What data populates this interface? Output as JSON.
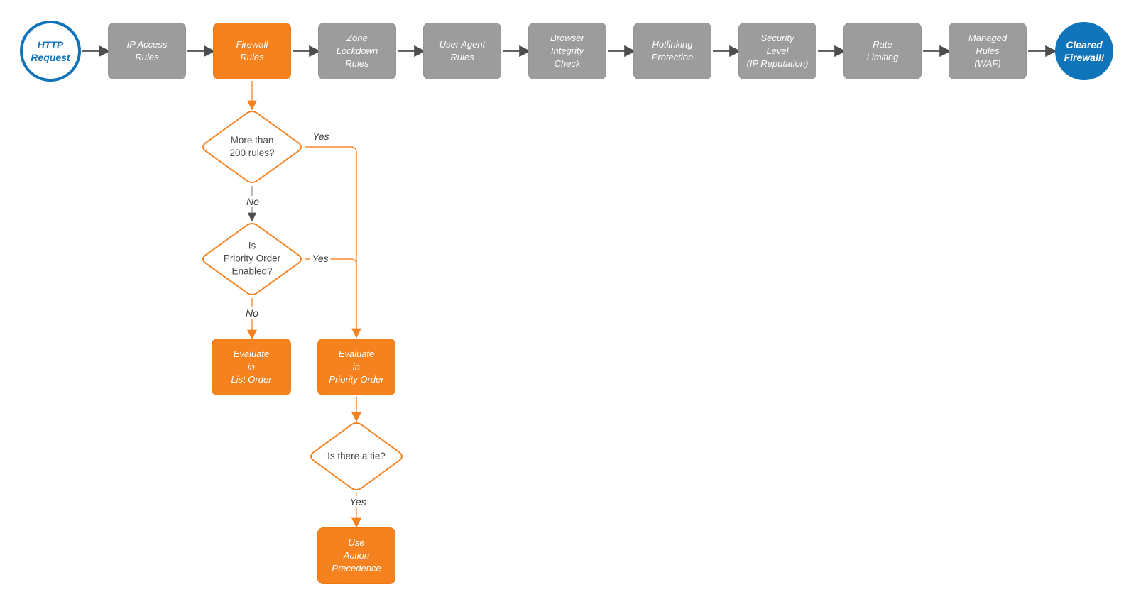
{
  "colors": {
    "accent_orange": "#F6821F",
    "connector_orange": "#F68B33",
    "stage_gray": "#9C9C9C",
    "brand_blue": "#1074BB",
    "connector_gray": "#4D4D4D",
    "text_dark": "#4A4A4A"
  },
  "flow": {
    "start": {
      "label": "HTTP\nRequest"
    },
    "end": {
      "label": "Cleared\nFirewall!"
    },
    "pipeline": [
      {
        "label": "IP Access\nRules",
        "highlighted": false
      },
      {
        "label": "Firewall\nRules",
        "highlighted": true
      },
      {
        "label": "Zone\nLockdown\nRules",
        "highlighted": false
      },
      {
        "label": "User Agent\nRules",
        "highlighted": false
      },
      {
        "label": "Browser\nIntegrity\nCheck",
        "highlighted": false
      },
      {
        "label": "Hotlinking\nProtection",
        "highlighted": false
      },
      {
        "label": "Security\nLevel\n(IP Reputation)",
        "highlighted": false
      },
      {
        "label": "Rate\nLimiting",
        "highlighted": false
      },
      {
        "label": "Managed\nRules\n(WAF)",
        "highlighted": false
      }
    ],
    "decisions": [
      {
        "label": "More than\n200 rules?",
        "yes": "Yes",
        "no": "No"
      },
      {
        "label": "Is\nPriority Order\nEnabled?",
        "yes": "Yes",
        "no": "No"
      },
      {
        "label": "Is there a tie?",
        "yes": "Yes"
      }
    ],
    "actions": [
      {
        "label": "Evaluate\nin\nList Order"
      },
      {
        "label": "Evaluate\nin\nPriority Order"
      },
      {
        "label": "Use\nAction\nPrecedence"
      }
    ]
  }
}
